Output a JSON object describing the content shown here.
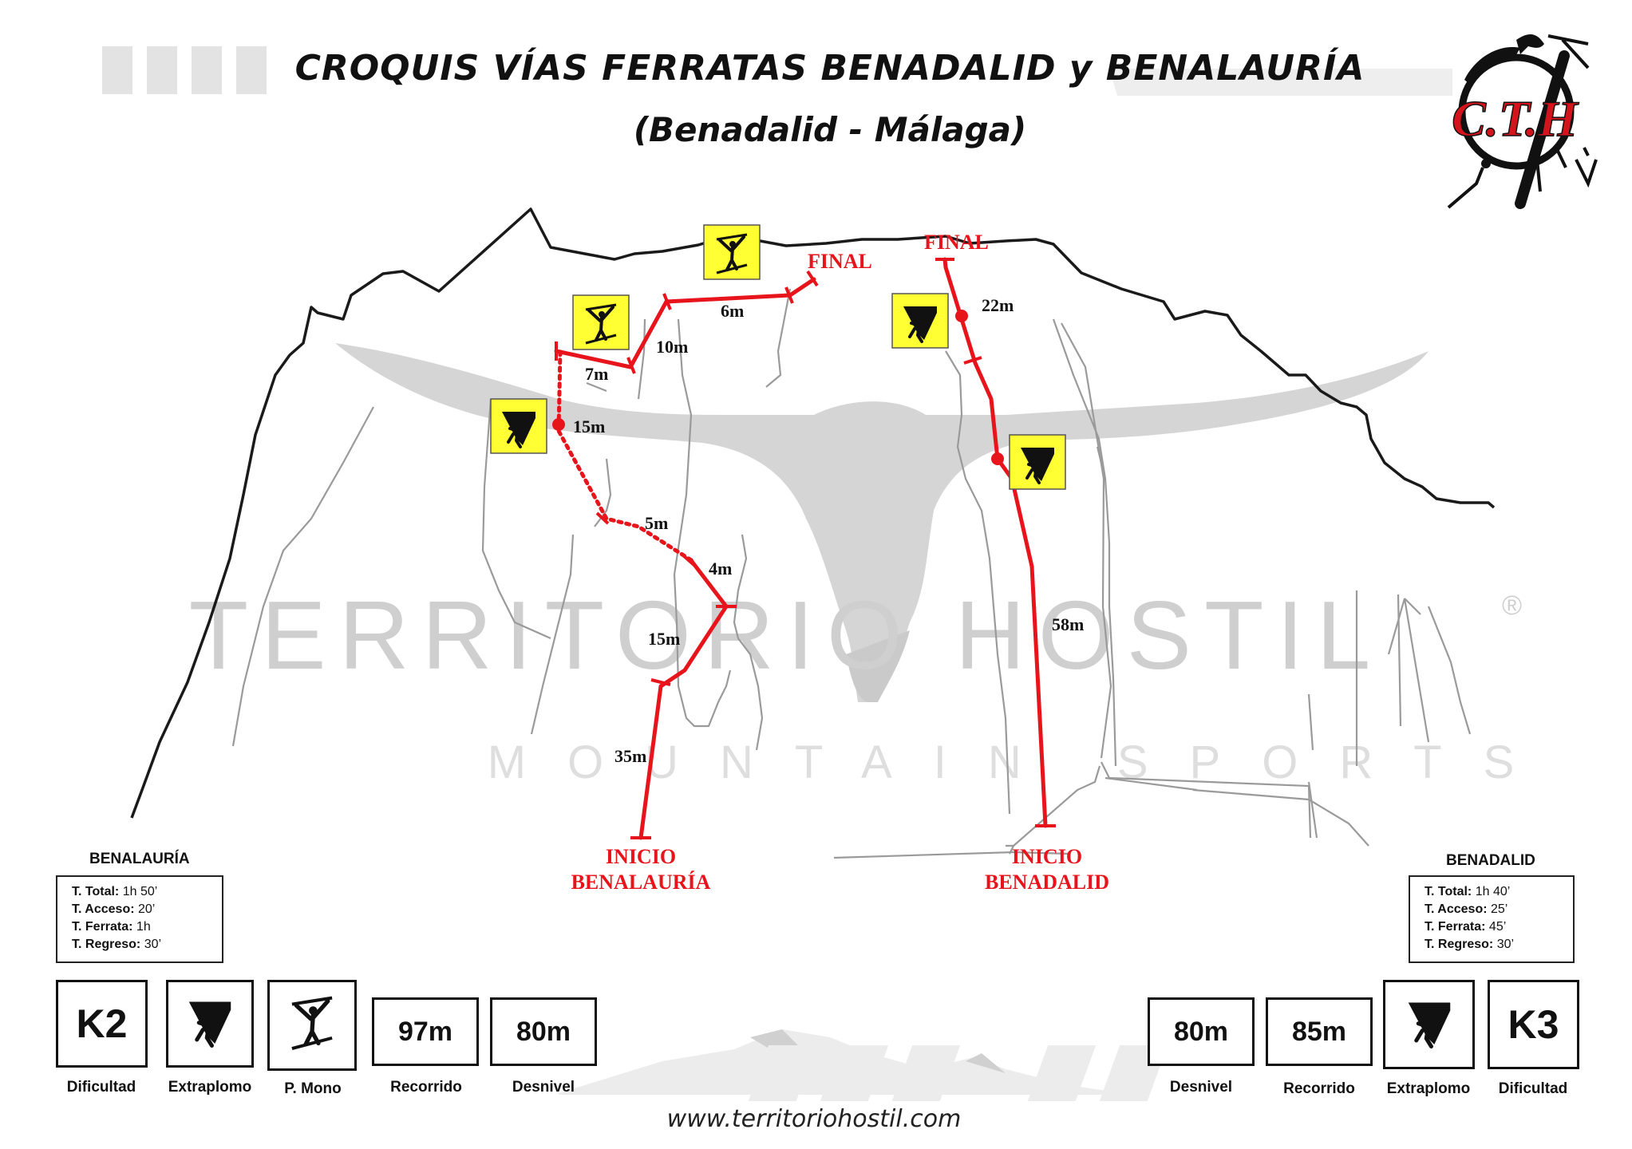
{
  "header": {
    "title": "CROQUIS VÍAS FERRATAS BENADALID y BENALAURÍA",
    "subtitle": "(Benadalid - Málaga)"
  },
  "logo": {
    "text": "C.T.H",
    "watermark_main": "TERRITORIO HOSTIL",
    "watermark_reg": "®",
    "watermark_sub": "MOUNTAIN SPORTS"
  },
  "colors": {
    "route": "#e8141c",
    "sign_bg": "#ffff33",
    "outline": "#1a1a1a",
    "watermark": "#c8c8c8",
    "logo_red": "#d4141c"
  },
  "routes": {
    "benalauria": {
      "finish_label": "FINAL",
      "start_label_line1": "INICIO",
      "start_label_line2": "BENALAURÍA",
      "segments": [
        "35m",
        "15m",
        "4m",
        "5m",
        "15m",
        "7m",
        "10m",
        "6m"
      ]
    },
    "benadalid": {
      "finish_label": "FINAL",
      "start_label_line1": "INICIO",
      "start_label_line2": "BENADALID",
      "segments": [
        "58m",
        "22m"
      ]
    }
  },
  "benalauria": {
    "name": "BENALAURÍA",
    "times": [
      {
        "label": "T. Total:",
        "value": "1h 50’"
      },
      {
        "label": "T. Acceso:",
        "value": "20’"
      },
      {
        "label": "T. Ferrata:",
        "value": "1h"
      },
      {
        "label": "T. Regreso:",
        "value": "30’"
      }
    ],
    "difficulty": "K2",
    "difficulty_caption": "Dificultad",
    "overhang_caption": "Extraplomo",
    "monkey_caption": "P. Mono",
    "length": "97m",
    "length_caption": "Recorrido",
    "drop": "80m",
    "drop_caption": "Desnivel"
  },
  "benadalid": {
    "name": "BENADALID",
    "times": [
      {
        "label": "T. Total:",
        "value": "1h 40’"
      },
      {
        "label": "T. Acceso:",
        "value": "25’"
      },
      {
        "label": "T. Ferrata:",
        "value": "45’"
      },
      {
        "label": "T. Regreso:",
        "value": "30’"
      }
    ],
    "drop": "80m",
    "drop_caption": "Desnivel",
    "length": "85m",
    "length_caption": "Recorrido",
    "overhang_caption": "Extraplomo",
    "difficulty": "K3",
    "difficulty_caption": "Dificultad"
  },
  "footer": {
    "url": "www.territoriohostil.com"
  },
  "icons": {
    "overhang": "overhang-climber-icon",
    "monkey_bridge": "monkey-bridge-icon",
    "logo": "cth-gecko-logo"
  }
}
